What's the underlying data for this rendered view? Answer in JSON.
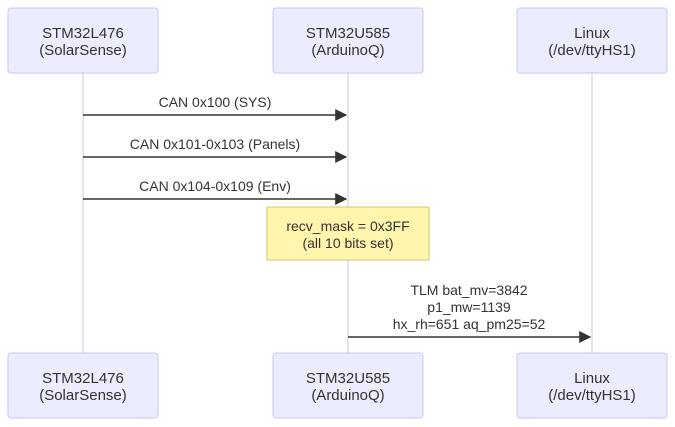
{
  "participants": [
    {
      "id": "stm32l476",
      "line1": "STM32L476",
      "line2": "(SolarSense)"
    },
    {
      "id": "stm32u585",
      "line1": "STM32U585",
      "line2": "(ArduinoQ)"
    },
    {
      "id": "linux",
      "line1": "Linux",
      "line2": "(/dev/ttyHS1)"
    }
  ],
  "messages": [
    {
      "from": 0,
      "to": 1,
      "lines": [
        "CAN 0x100 (SYS)"
      ]
    },
    {
      "from": 0,
      "to": 1,
      "lines": [
        "CAN 0x101-0x103 (Panels)"
      ]
    },
    {
      "from": 0,
      "to": 1,
      "lines": [
        "CAN 0x104-0x109 (Env)"
      ]
    },
    {
      "from": 1,
      "to": 2,
      "lines": [
        "TLM bat_mv=3842",
        "p1_mw=1139",
        "hx_rh=651 aq_pm25=52"
      ]
    }
  ],
  "note": {
    "over": 1,
    "lines": [
      "recv_mask = 0x3FF",
      "(all 10 bits set)"
    ]
  },
  "colors": {
    "actor_fill": "#ECECFF",
    "actor_stroke": "#C9C9F0",
    "lifeline": "#C8C8EA",
    "arrow": "#333333",
    "text": "#333333",
    "note_fill": "#FFF5AD",
    "note_stroke": "#D6C76A"
  }
}
